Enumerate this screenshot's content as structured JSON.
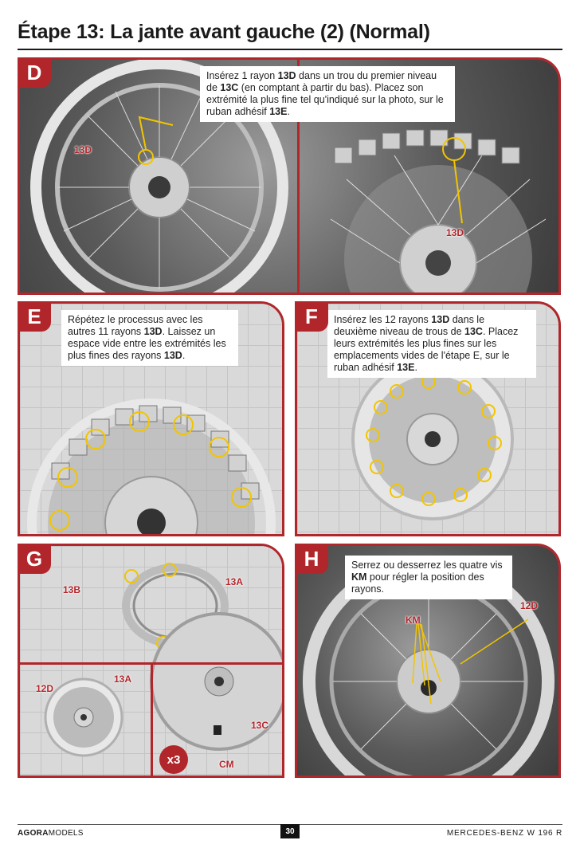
{
  "page": {
    "title": "Étape 13: La jante avant gauche (2) (Normal)"
  },
  "panel_d": {
    "letter": "D",
    "text_parts": [
      "Insérez 1 rayon ",
      "13D",
      " dans un trou du premier niveau de ",
      "13C",
      " (en comptant à partir du bas). Placez son extrémité la plus fine tel qu'indiqué sur la photo, sur le ruban adhésif ",
      "13E",
      "."
    ],
    "labels": [
      "13D",
      "13D"
    ]
  },
  "panel_e": {
    "letter": "E",
    "text_parts": [
      "Répétez le processus avec les autres 11 rayons ",
      "13D",
      ". Laissez un espace vide entre les extrémités les plus fines des rayons ",
      "13D",
      "."
    ]
  },
  "panel_f": {
    "letter": "F",
    "text_parts": [
      "Insérez les 12 rayons ",
      "13D",
      " dans le deuxième niveau de trous de ",
      "13C",
      ". Placez leurs extrémités les plus fines sur les emplacements vides de l'étape E, sur le ruban adhésif ",
      "13E",
      "."
    ]
  },
  "panel_g": {
    "letter": "G",
    "labels": {
      "a": "13B",
      "b": "13A",
      "c": "12D",
      "d": "13A",
      "e": "13C",
      "f": "CM"
    },
    "multiplier": "x3"
  },
  "panel_h": {
    "letter": "H",
    "text_parts": [
      "Serrez ou desserrez les quatre vis ",
      "KM",
      " pour régler la position des rayons."
    ],
    "labels": {
      "a": "KM",
      "b": "12D"
    }
  },
  "footer": {
    "brand_bold": "AGORA",
    "brand_rest": "MODELS",
    "page_number": "30",
    "model": "MERCEDES-BENZ W 196 R"
  },
  "colors": {
    "accent": "#b1262b",
    "highlight": "#f2c500"
  }
}
